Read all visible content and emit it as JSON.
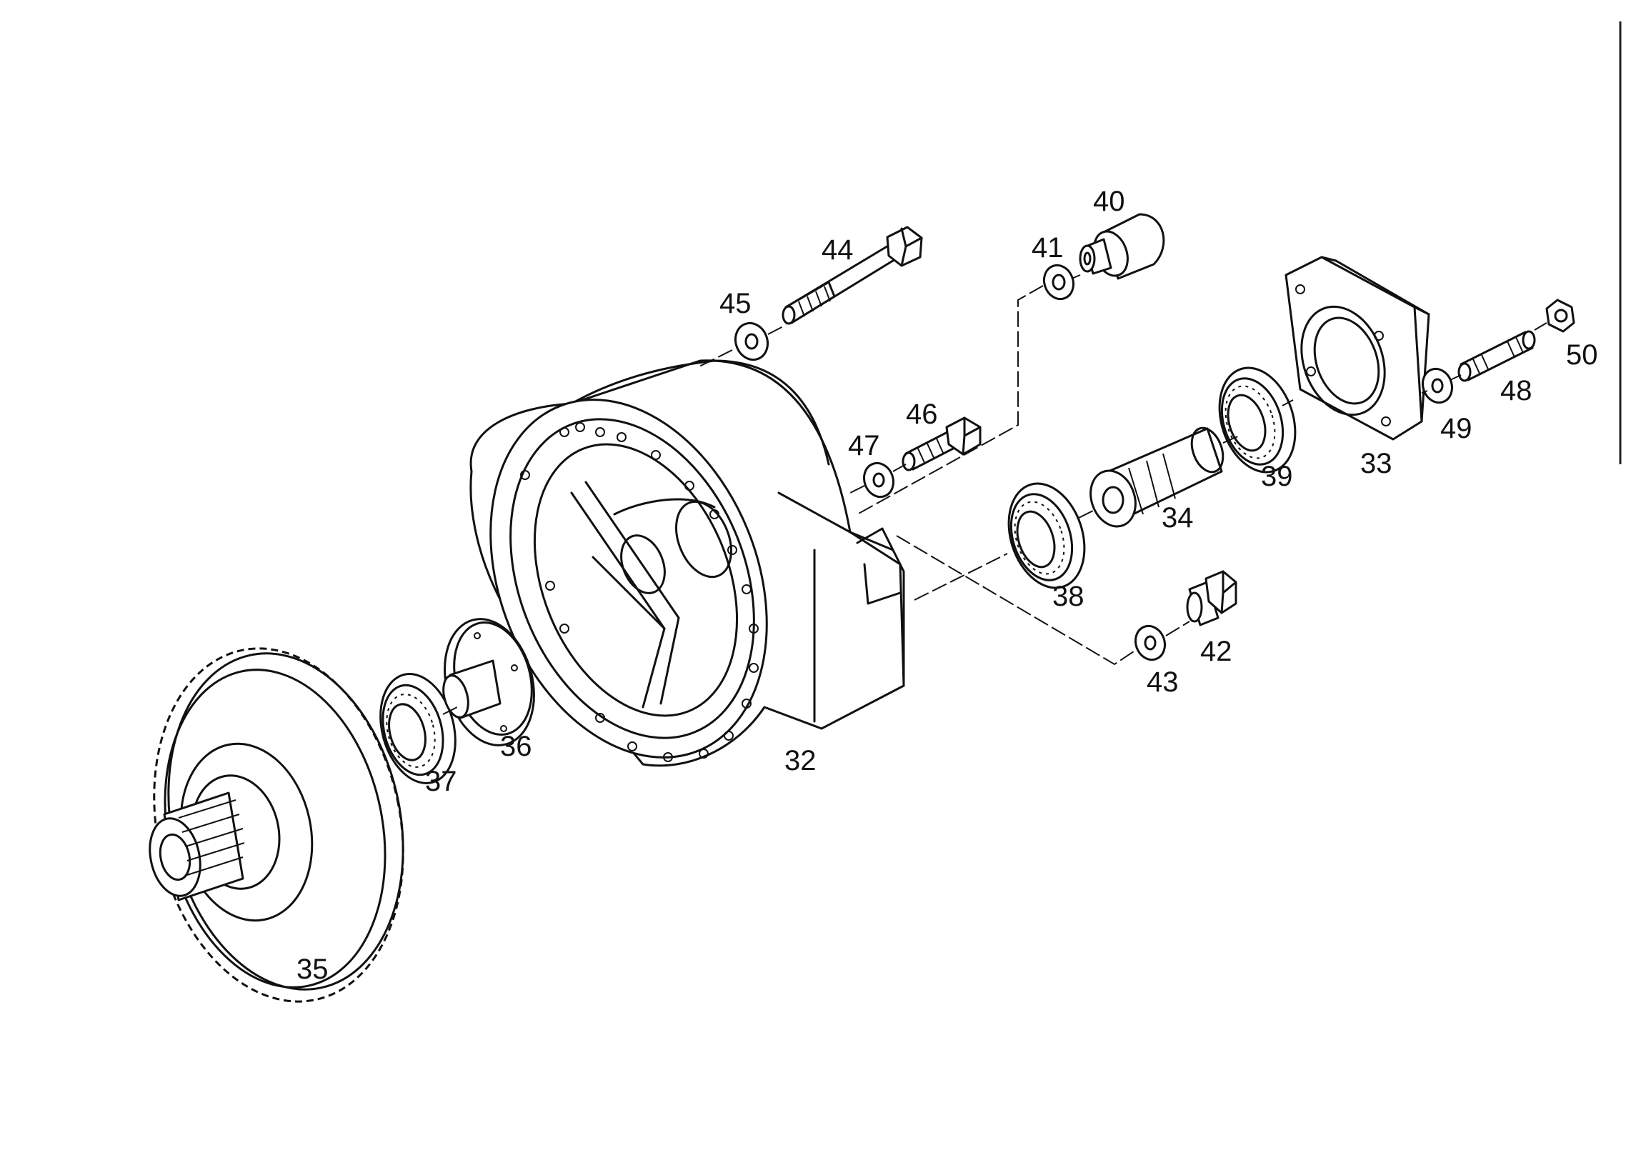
{
  "diagram": {
    "type": "exploded-parts-view",
    "parts": [
      {
        "id": "p32",
        "number": "32"
      },
      {
        "id": "p33",
        "number": "33"
      },
      {
        "id": "p34",
        "number": "34"
      },
      {
        "id": "p35",
        "number": "35"
      },
      {
        "id": "p36",
        "number": "36"
      },
      {
        "id": "p37",
        "number": "37"
      },
      {
        "id": "p38",
        "number": "38"
      },
      {
        "id": "p39",
        "number": "39"
      },
      {
        "id": "p40",
        "number": "40"
      },
      {
        "id": "p41",
        "number": "41"
      },
      {
        "id": "p42",
        "number": "42"
      },
      {
        "id": "p43",
        "number": "43"
      },
      {
        "id": "p44",
        "number": "44"
      },
      {
        "id": "p45",
        "number": "45"
      },
      {
        "id": "p46",
        "number": "46"
      },
      {
        "id": "p47",
        "number": "47"
      },
      {
        "id": "p48",
        "number": "48"
      },
      {
        "id": "p49",
        "number": "49"
      },
      {
        "id": "p50",
        "number": "50"
      }
    ]
  }
}
